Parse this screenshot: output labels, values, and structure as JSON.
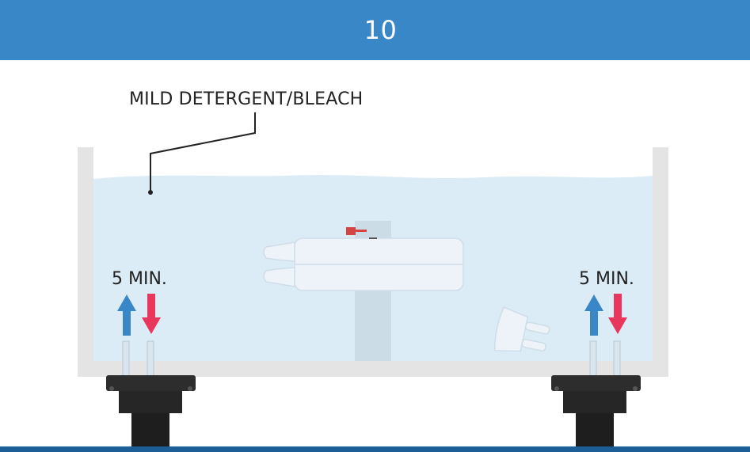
{
  "header": {
    "step_number": "10"
  },
  "callout": {
    "label": "MILD DETERGENT/BLEACH"
  },
  "left_station": {
    "time_label": "5 MIN."
  },
  "right_station": {
    "time_label": "5 MIN."
  },
  "colors": {
    "header_bg": "#3a87c8",
    "arrow_up": "#3a87c8",
    "arrow_down": "#e8365d",
    "water": "#dcecf6",
    "tub": "#e6e6e6"
  }
}
